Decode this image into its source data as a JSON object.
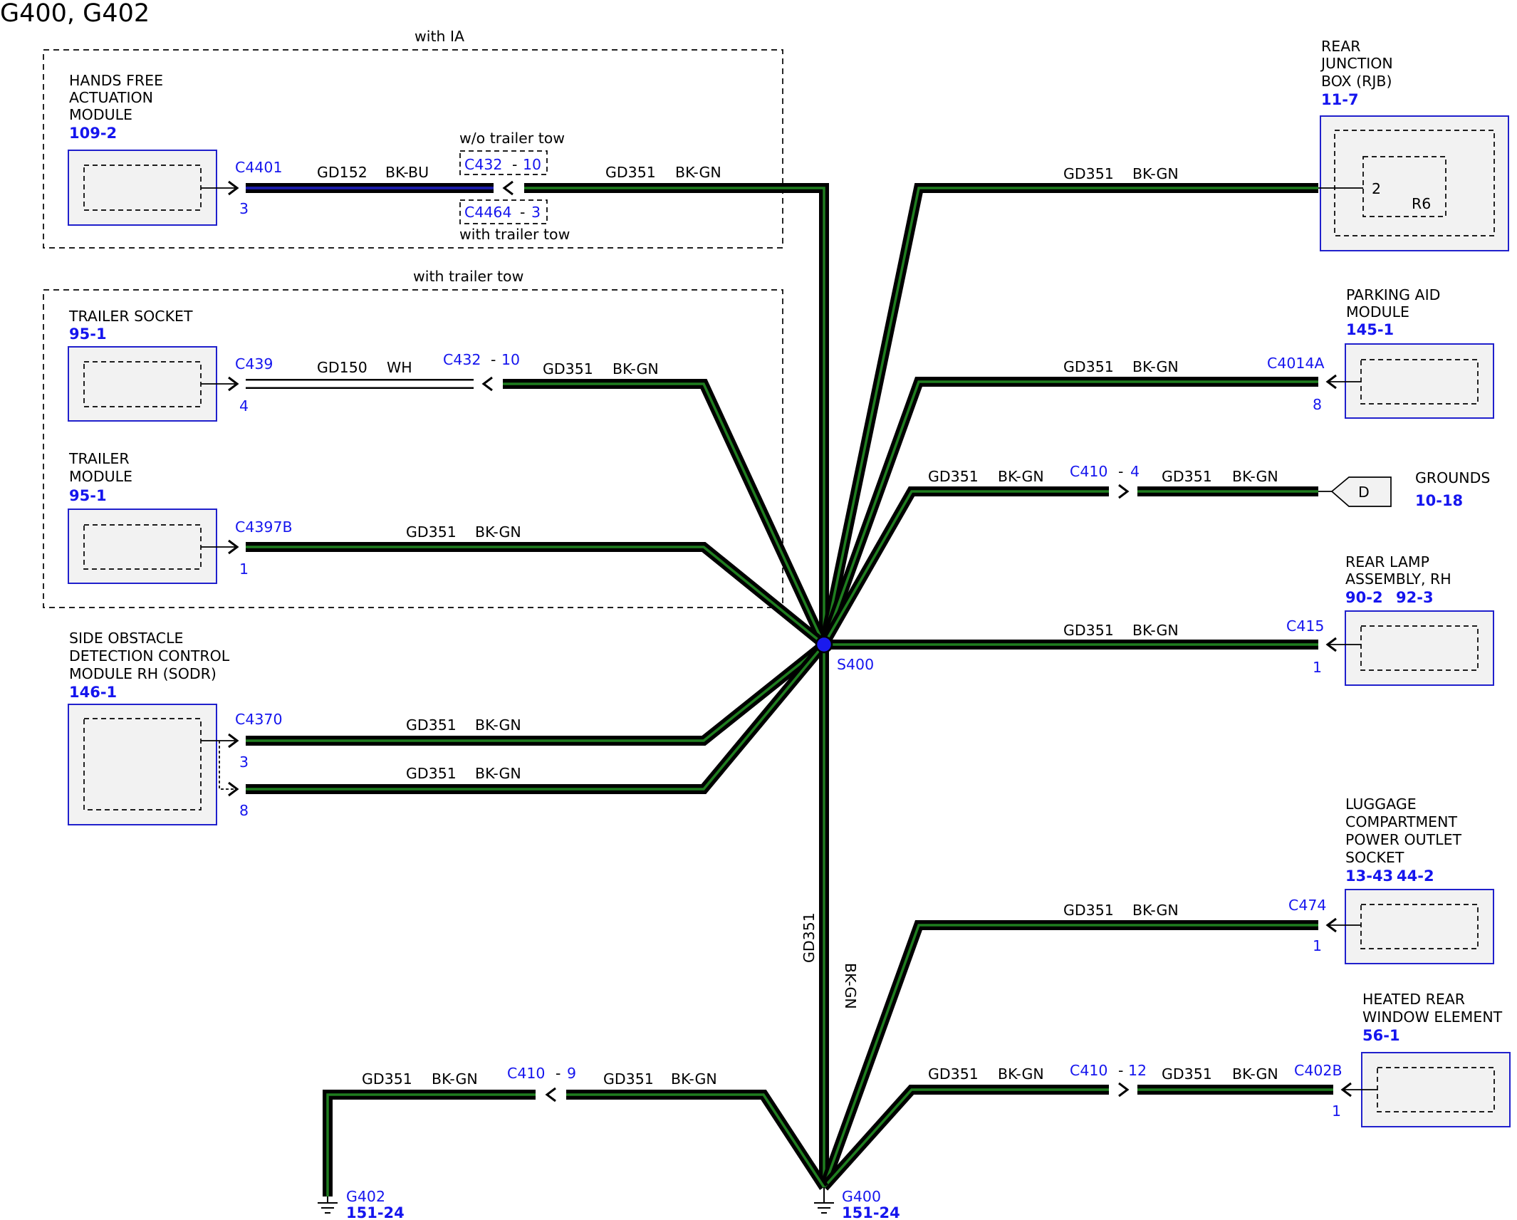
{
  "title": "G400, G402",
  "colors": {
    "wire_outer": "#000000",
    "wire_gn": "#1f7d1f",
    "wire_bu": "#1c1ca8",
    "wire_wh": "#ffffff",
    "ref_blue": "#1515ee",
    "box_fill": "#f2f2f2",
    "box_stroke": "#2020cc"
  },
  "groups": {
    "ia": "with IA",
    "trailer": "with trailer tow"
  },
  "components": {
    "hfam": {
      "l1": "HANDS FREE",
      "l2": "ACTUATION",
      "l3": "MODULE",
      "ref": "109-2",
      "conn": "C4401",
      "pin": "3"
    },
    "trsocket": {
      "l1": "TRAILER SOCKET",
      "ref": "95-1",
      "conn": "C439",
      "pin": "4"
    },
    "trmodule": {
      "l1": "TRAILER",
      "l2": "MODULE",
      "ref": "95-1",
      "conn": "C4397B",
      "pin": "1"
    },
    "sodr": {
      "l1": "SIDE OBSTACLE",
      "l2": "DETECTION CONTROL",
      "l3": "MODULE RH (SODR)",
      "ref": "146-1",
      "conn": "C4370",
      "pin1": "3",
      "pin2": "8"
    },
    "rjb": {
      "l1": "REAR",
      "l2": "JUNCTION",
      "l3": "BOX (RJB)",
      "ref": "11-7",
      "pin": "2",
      "inner": "R6"
    },
    "pam": {
      "l1": "PARKING AID",
      "l2": "MODULE",
      "ref": "145-1",
      "conn": "C4014A",
      "pin": "8"
    },
    "grounds": {
      "l1": "GROUNDS",
      "ref": "10-18",
      "letter": "D"
    },
    "lamp": {
      "l1": "REAR LAMP",
      "l2": "ASSEMBLY, RH",
      "ref1": "90-2",
      "ref2": "92-3",
      "conn": "C415",
      "pin": "1"
    },
    "luggage": {
      "l1": "LUGGAGE",
      "l2": "COMPARTMENT",
      "l3": "POWER OUTLET",
      "l4": "SOCKET",
      "ref1": "13-43",
      "ref2": "44-2",
      "conn": "C474",
      "pin": "1"
    },
    "hrw": {
      "l1": "HEATED REAR",
      "l2": "WINDOW ELEMENT",
      "ref": "56-1",
      "conn": "C402B",
      "pin": "1"
    }
  },
  "inline": {
    "c432_wo": {
      "label": "w/o trailer tow",
      "conn": "C432",
      "dash": "-",
      "pin": "10"
    },
    "c4464": {
      "label": "with trailer tow",
      "conn": "C4464",
      "dash": "-",
      "pin": "3"
    },
    "c432_tt": {
      "conn": "C432",
      "dash": "-",
      "pin": "10"
    },
    "c410_4": {
      "conn": "C410",
      "dash": "-",
      "pin": "4"
    },
    "c410_9": {
      "conn": "C410",
      "dash": "-",
      "pin": "9"
    },
    "c410_12": {
      "conn": "C410",
      "dash": "-",
      "pin": "12"
    }
  },
  "wires": {
    "gd152": {
      "circuit": "GD152",
      "color": "BK-BU"
    },
    "gd150": {
      "circuit": "GD150",
      "color": "WH"
    },
    "gd351": {
      "circuit": "GD351",
      "color": "BK-GN"
    }
  },
  "splice": {
    "id": "S400"
  },
  "grounds_pts": {
    "g400": {
      "id": "G400",
      "ref": "151-24"
    },
    "g402": {
      "id": "G402",
      "ref": "151-24"
    }
  }
}
